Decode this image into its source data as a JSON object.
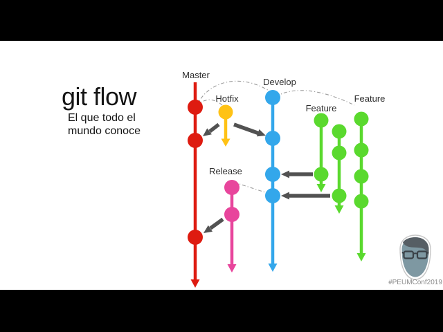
{
  "slide": {
    "title": "git flow",
    "subtitle": [
      "El que todo el",
      "mundo conoce"
    ],
    "hashtag": "#PEUMConf2019"
  },
  "diagram": {
    "labels": {
      "master": "Master",
      "hotfix": "Hotfix",
      "develop": "Develop",
      "feature_left": "Feature",
      "feature_right": "Feature",
      "release": "Release"
    },
    "branches": {
      "master": {
        "color": "#de1b10",
        "commits": 3
      },
      "hotfix": {
        "color": "#ffc215",
        "commits": 1
      },
      "develop": {
        "color": "#33a7eb",
        "commits": 4
      },
      "features": {
        "color": "#5ad92e",
        "lines_commits": [
          2,
          3,
          4
        ]
      },
      "release": {
        "color": "#e8459c",
        "commits": 2
      }
    },
    "merge_arrows": [
      {
        "from": "Hotfix",
        "to": "Master"
      },
      {
        "from": "Hotfix",
        "to": "Develop"
      },
      {
        "from": "Feature",
        "to": "Develop"
      },
      {
        "from": "Feature",
        "to": "Develop"
      },
      {
        "from": "Release",
        "to": "Master"
      }
    ],
    "branch_connectors": [
      {
        "from": "Master",
        "to": "Hotfix"
      },
      {
        "from": "Master",
        "to": "Develop"
      },
      {
        "from": "Develop",
        "to": "Feature"
      },
      {
        "from": "Develop",
        "to": "Release"
      }
    ],
    "merge_arrow_color": "#525252",
    "connector_color": "#9a9a9a"
  }
}
